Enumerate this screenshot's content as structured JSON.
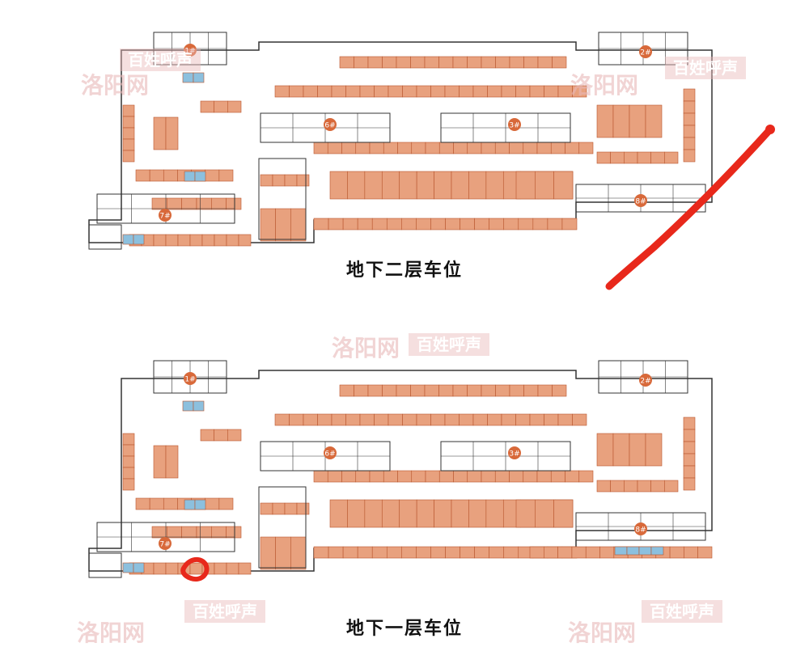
{
  "plans": [
    {
      "id": "b2",
      "caption": "地下二层车位",
      "building_labels": [
        "1#",
        "2#",
        "6#",
        "3#",
        "7#",
        "8#"
      ]
    },
    {
      "id": "b1",
      "caption": "地下一层车位",
      "building_labels": [
        "1#",
        "2#",
        "6#",
        "3#",
        "7#",
        "8#"
      ]
    }
  ],
  "watermarks": {
    "site": "洛阳网",
    "column": "百姓呼声"
  },
  "colors": {
    "parking_space": "#E8A17E",
    "parking_border": "#B8562E",
    "special_space": "#8CC0DE",
    "wall": "#333333",
    "building_marker": "#D8693A",
    "annotation": "#E8281B",
    "watermark": "#E8B8B8"
  },
  "annotations": [
    "red-curve-mark",
    "red-circle-mark"
  ]
}
